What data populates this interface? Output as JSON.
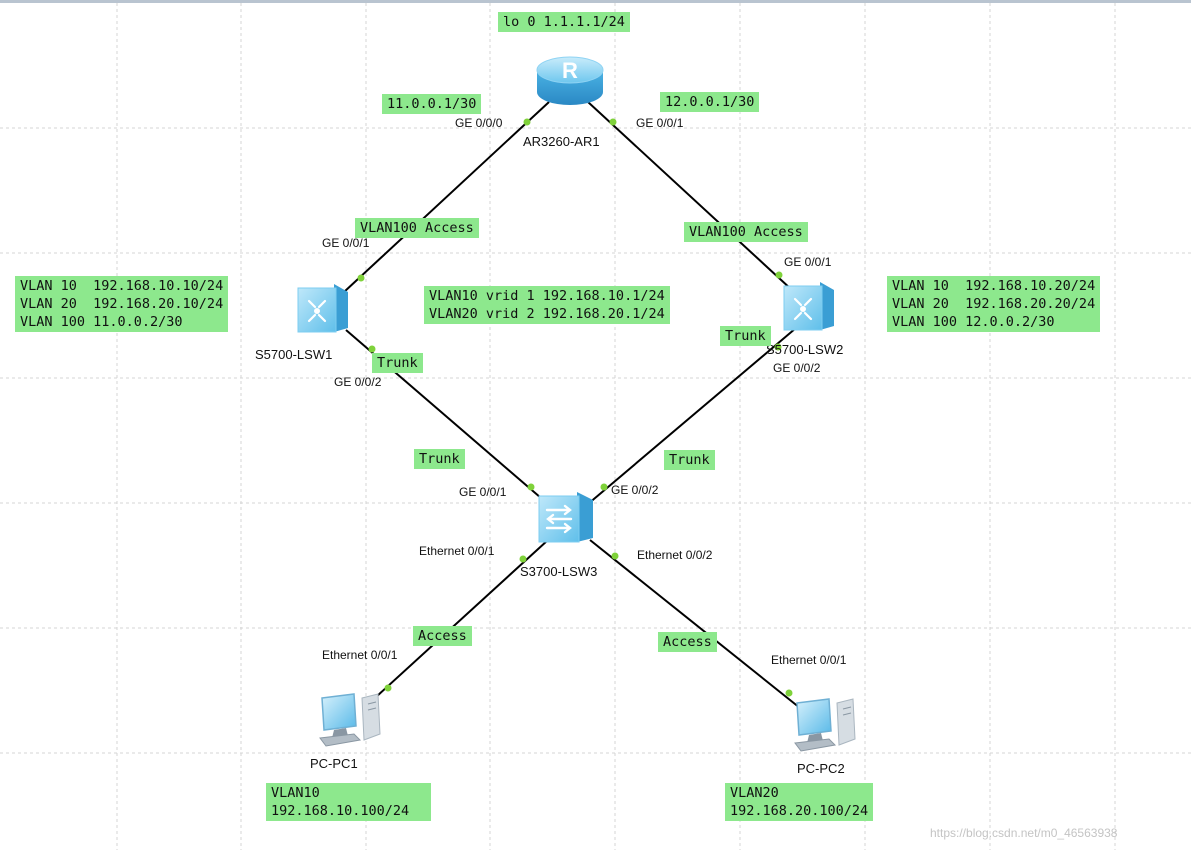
{
  "devices": {
    "router": "AR3260-AR1",
    "lsw1": "S5700-LSW1",
    "lsw2": "S5700-LSW2",
    "lsw3": "S3700-LSW3",
    "pc1": "PC-PC1",
    "pc2": "PC-PC2"
  },
  "ports": {
    "ar1_g000": "GE 0/0/0",
    "ar1_g001": "GE 0/0/1",
    "lsw1_g001": "GE 0/0/1",
    "lsw1_g002": "GE 0/0/2",
    "lsw2_g001": "GE 0/0/1",
    "lsw2_g002": "GE 0/0/2",
    "lsw3_g001": "GE 0/0/1",
    "lsw3_g002": "GE 0/0/2",
    "lsw3_e001": "Ethernet 0/0/1",
    "lsw3_e002": "Ethernet 0/0/2",
    "pc1_e001": "Ethernet 0/0/1",
    "pc2_e001": "Ethernet 0/0/1"
  },
  "notes": {
    "loopback": "lo 0 1.1.1.1/24",
    "ar1_g000_ip": "11.0.0.1/30",
    "ar1_g001_ip": "12.0.0.1/30",
    "lsw1_uplink": "VLAN100 Access",
    "lsw2_uplink": "VLAN100 Access",
    "lsw1_vlanif": "VLAN 10  192.168.10.10/24\nVLAN 20  192.168.20.10/24\nVLAN 100 11.0.0.2/30",
    "lsw2_vlanif": "VLAN 10  192.168.10.20/24\nVLAN 20  192.168.20.20/24\nVLAN 100 12.0.0.2/30",
    "vrrp": "VLAN10 vrid 1 192.168.10.1/24\nVLAN20 vrid 2 192.168.20.1/24",
    "trunk_lsw1": "Trunk",
    "trunk_lsw2": "Trunk",
    "trunk_lsw3_left": "Trunk",
    "trunk_lsw3_right": "Trunk",
    "access_pc1": "Access",
    "access_pc2": "Access",
    "pc1_cfg": "VLAN10\n192.168.10.100/24",
    "pc2_cfg": "VLAN20\n192.168.20.100/24"
  },
  "watermark": "https://blog.csdn.net/m0_46563938",
  "colors": {
    "label_bg": "#8de88d",
    "port_dot": "#7fd23a",
    "link": "#000000",
    "grid": "#d4d4d4",
    "device_blue": "#5cbfea"
  }
}
